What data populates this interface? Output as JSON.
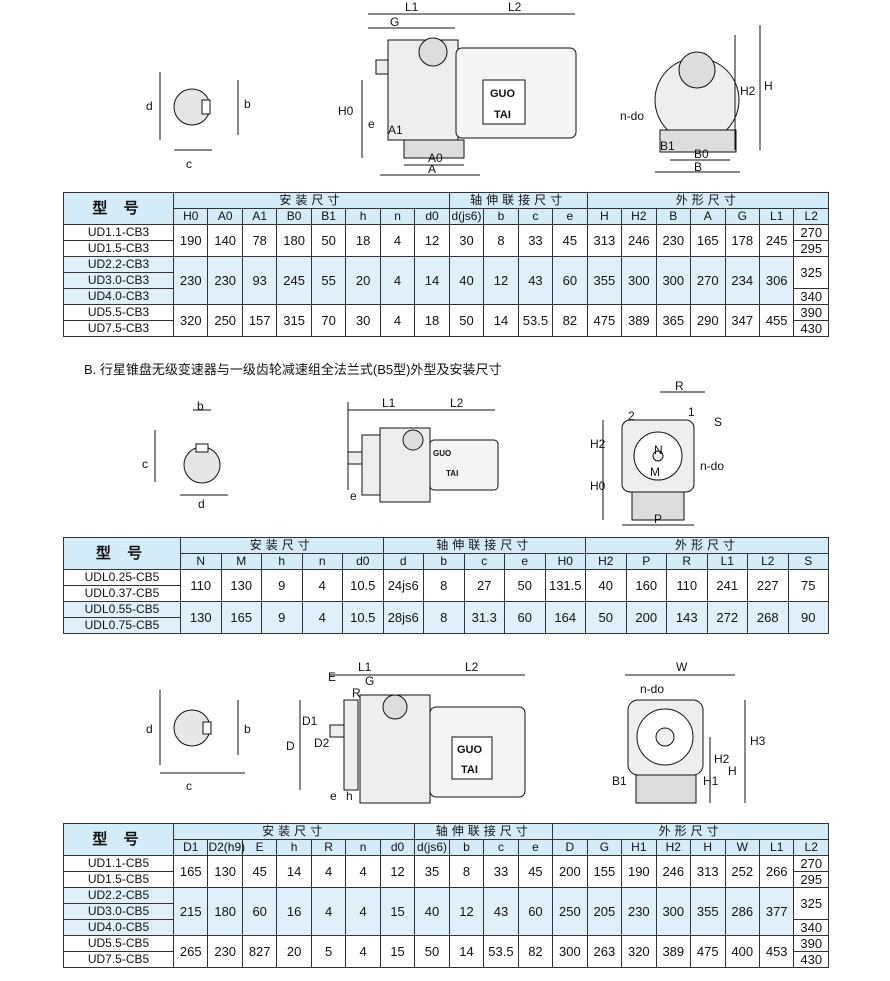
{
  "diagram_a": {
    "shaft": [
      "d",
      "b",
      "c"
    ],
    "side": [
      "L1",
      "G",
      "L2",
      "H0",
      "e",
      "A1",
      "A0",
      "A"
    ],
    "logo": [
      "GUO",
      "TAI"
    ],
    "end": [
      "H2",
      "H",
      "n-do",
      "B1",
      "B0",
      "B"
    ]
  },
  "table_a": {
    "model_header": "型 号",
    "groups": [
      {
        "label": "安装尺寸",
        "span": 8
      },
      {
        "label": "轴伸联接尺寸",
        "span": 4
      },
      {
        "label": "外形尺寸",
        "span": 7
      }
    ],
    "columns": [
      "H0",
      "A0",
      "A1",
      "B0",
      "B1",
      "h",
      "n",
      "d0",
      "d(js6)",
      "b",
      "c",
      "e",
      "H",
      "H2",
      "B",
      "A",
      "G",
      "L1",
      "L2"
    ],
    "rows": [
      {
        "models": [
          "UD1.1-CB3",
          "UD1.5-CB3"
        ],
        "values": [
          "190",
          "140",
          "78",
          "180",
          "50",
          "18",
          "4",
          "12",
          "30",
          "8",
          "33",
          "45",
          "313",
          "246",
          "230",
          "165",
          "178",
          "245"
        ],
        "last": [
          {
            "v": "270",
            "span": 1
          },
          {
            "v": "295",
            "span": 1
          }
        ]
      },
      {
        "models": [
          "UD2.2-CB3",
          "UD3.0-CB3",
          "UD4.0-CB3"
        ],
        "values": [
          "230",
          "230",
          "93",
          "245",
          "55",
          "20",
          "4",
          "14",
          "40",
          "12",
          "43",
          "60",
          "355",
          "300",
          "300",
          "270",
          "234",
          "306"
        ],
        "last": [
          {
            "v": "325",
            "span": 2
          },
          {
            "v": "340",
            "span": 1
          }
        ]
      },
      {
        "models": [
          "UD5.5-CB3",
          "UD7.5-CB3"
        ],
        "values": [
          "320",
          "250",
          "157",
          "315",
          "70",
          "30",
          "4",
          "18",
          "50",
          "14",
          "53.5",
          "82",
          "475",
          "389",
          "365",
          "290",
          "347",
          "455"
        ],
        "last": [
          {
            "v": "390",
            "span": 1
          },
          {
            "v": "430",
            "span": 1
          }
        ]
      }
    ]
  },
  "section_b_title": "B.  行星锥盘无级变速器与一级齿轮减速组全法兰式(B5型)外型及安装尺寸",
  "diagram_b": {
    "shaft": [
      "b",
      "c",
      "d"
    ],
    "side": [
      "L1",
      "L2",
      "e"
    ],
    "logo": [
      "GUO",
      "TAI"
    ],
    "end": [
      "R",
      "2",
      "1",
      "S",
      "H2",
      "H0",
      "N",
      "M",
      "n-do",
      "P"
    ]
  },
  "table_b": {
    "model_header": "型 号",
    "groups": [
      {
        "label": "安装尺寸",
        "span": 5
      },
      {
        "label": "轴伸联接尺寸",
        "span": 5
      },
      {
        "label": "外形尺寸",
        "span": 6
      }
    ],
    "columns": [
      "N",
      "M",
      "h",
      "n",
      "d0",
      "d",
      "b",
      "c",
      "e",
      "H0",
      "H2",
      "P",
      "R",
      "L1",
      "L2",
      "S"
    ],
    "rows": [
      {
        "models": [
          "UDL0.25-CB5",
          "UDL0.37-CB5"
        ],
        "values": [
          "110",
          "130",
          "9",
          "4",
          "10.5",
          "24js6",
          "8",
          "27",
          "50",
          "131.5",
          "40",
          "160",
          "110",
          "241",
          "227",
          "75"
        ]
      },
      {
        "models": [
          "UDL0.55-CB5",
          "UDL0.75-CB5"
        ],
        "values": [
          "130",
          "165",
          "9",
          "4",
          "10.5",
          "28js6",
          "8",
          "31.3",
          "60",
          "164",
          "50",
          "200",
          "143",
          "272",
          "268",
          "90"
        ]
      }
    ]
  },
  "diagram_c": {
    "shaft": [
      "d",
      "b",
      "c"
    ],
    "side": [
      "L1",
      "L2",
      "G",
      "E",
      "R",
      "D1",
      "D2",
      "D",
      "e",
      "h"
    ],
    "logo": [
      "GUO",
      "TAI"
    ],
    "end": [
      "W",
      "n-do",
      "H3",
      "H2",
      "H1",
      "H",
      "B1"
    ]
  },
  "table_c": {
    "model_header": "型 号",
    "groups": [
      {
        "label": "安装尺寸",
        "span": 7
      },
      {
        "label": "轴伸联接尺寸",
        "span": 4
      },
      {
        "label": "外形尺寸",
        "span": 8
      }
    ],
    "columns": [
      "D1",
      "D2(h9)",
      "E",
      "h",
      "R",
      "n",
      "d0",
      "d(js6)",
      "b",
      "c",
      "e",
      "D",
      "G",
      "H1",
      "H2",
      "H",
      "W",
      "L1",
      "L2"
    ],
    "rows": [
      {
        "models": [
          "UD1.1-CB5",
          "UD1.5-CB5"
        ],
        "values": [
          "165",
          "130",
          "45",
          "14",
          "4",
          "4",
          "12",
          "35",
          "8",
          "33",
          "45",
          "200",
          "155",
          "190",
          "246",
          "313",
          "252",
          "266"
        ],
        "last": [
          {
            "v": "270",
            "span": 1
          },
          {
            "v": "295",
            "span": 1
          }
        ]
      },
      {
        "models": [
          "UD2.2-CB5",
          "UD3.0-CB5",
          "UD4.0-CB5"
        ],
        "values": [
          "215",
          "180",
          "60",
          "16",
          "4",
          "4",
          "15",
          "40",
          "12",
          "43",
          "60",
          "250",
          "205",
          "230",
          "300",
          "355",
          "286",
          "377"
        ],
        "last": [
          {
            "v": "325",
            "span": 2
          },
          {
            "v": "340",
            "span": 1
          }
        ]
      },
      {
        "models": [
          "UD5.5-CB5",
          "UD7.5-CB5"
        ],
        "values": [
          "265",
          "230",
          "827",
          "20",
          "5",
          "4",
          "15",
          "50",
          "14",
          "53.5",
          "82",
          "300",
          "263",
          "320",
          "389",
          "475",
          "400",
          "453"
        ],
        "last": [
          {
            "v": "390",
            "span": 1
          },
          {
            "v": "430",
            "span": 1
          }
        ]
      }
    ]
  }
}
